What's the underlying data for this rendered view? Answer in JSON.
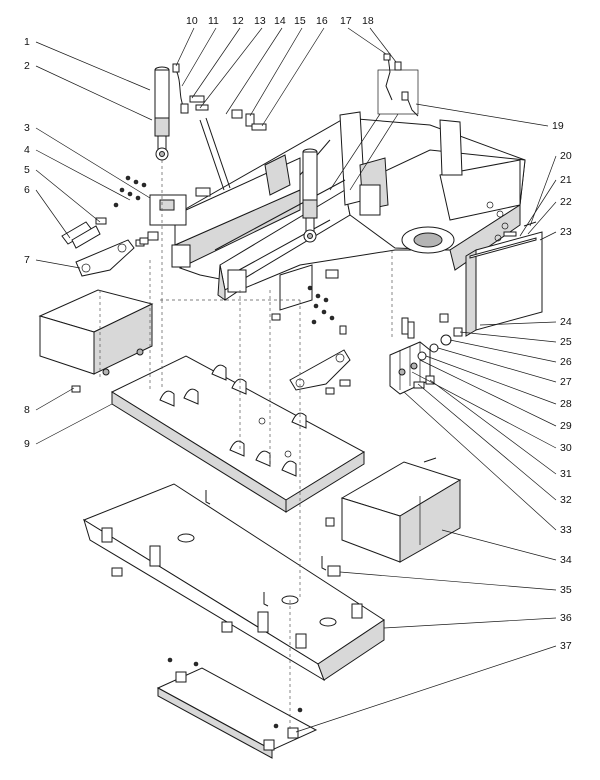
{
  "callouts": [
    {
      "id": "c1",
      "label": "1"
    },
    {
      "id": "c2",
      "label": "2"
    },
    {
      "id": "c3",
      "label": "3"
    },
    {
      "id": "c4",
      "label": "4"
    },
    {
      "id": "c5",
      "label": "5"
    },
    {
      "id": "c6",
      "label": "6"
    },
    {
      "id": "c7",
      "label": "7"
    },
    {
      "id": "c8",
      "label": "8"
    },
    {
      "id": "c9",
      "label": "9"
    },
    {
      "id": "c10",
      "label": "10"
    },
    {
      "id": "c11",
      "label": "11"
    },
    {
      "id": "c12",
      "label": "12"
    },
    {
      "id": "c13",
      "label": "13"
    },
    {
      "id": "c14",
      "label": "14"
    },
    {
      "id": "c15",
      "label": "15"
    },
    {
      "id": "c16",
      "label": "16"
    },
    {
      "id": "c17",
      "label": "17"
    },
    {
      "id": "c18",
      "label": "18"
    },
    {
      "id": "c19",
      "label": "19"
    },
    {
      "id": "c20",
      "label": "20"
    },
    {
      "id": "c21",
      "label": "21"
    },
    {
      "id": "c22",
      "label": "22"
    },
    {
      "id": "c23",
      "label": "23"
    },
    {
      "id": "c24",
      "label": "24"
    },
    {
      "id": "c25",
      "label": "25"
    },
    {
      "id": "c26",
      "label": "26"
    },
    {
      "id": "c27",
      "label": "27"
    },
    {
      "id": "c28",
      "label": "28"
    },
    {
      "id": "c29",
      "label": "29"
    },
    {
      "id": "c30",
      "label": "30"
    },
    {
      "id": "c31",
      "label": "31"
    },
    {
      "id": "c32",
      "label": "32"
    },
    {
      "id": "c33",
      "label": "33"
    },
    {
      "id": "c34",
      "label": "34"
    },
    {
      "id": "c35",
      "label": "35"
    },
    {
      "id": "c36",
      "label": "36"
    },
    {
      "id": "c37",
      "label": "37"
    }
  ]
}
